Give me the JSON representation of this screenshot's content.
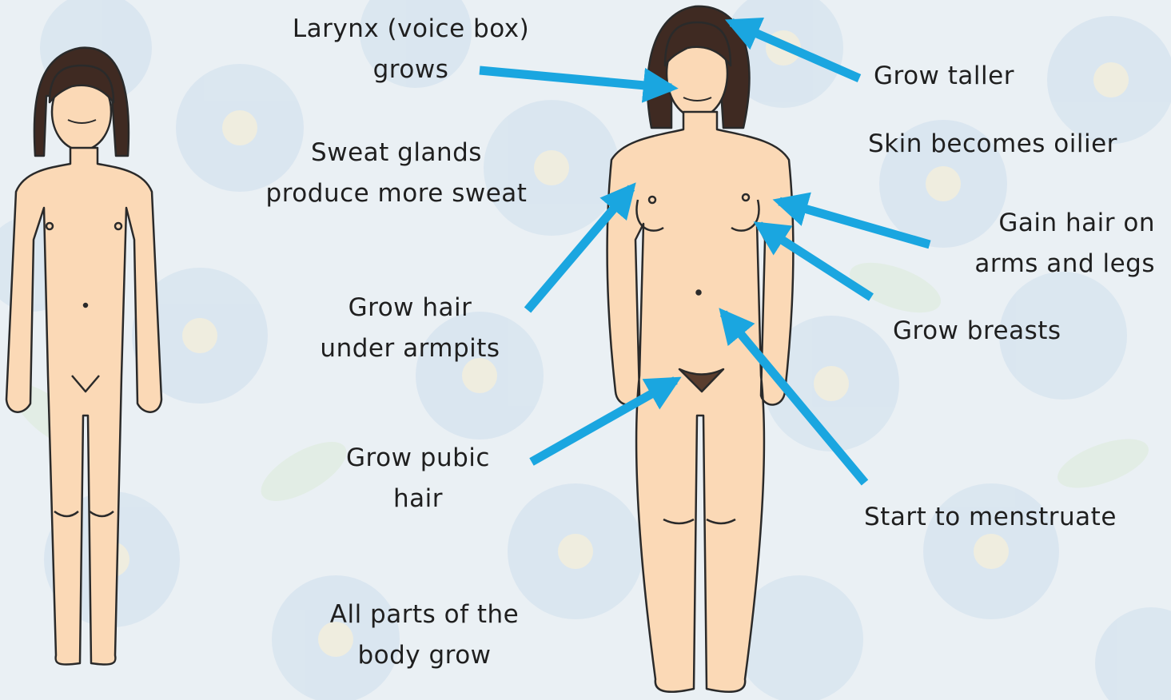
{
  "labels": {
    "larynx": [
      "Larynx (voice box)",
      "grows"
    ],
    "sweat": [
      "Sweat glands",
      "produce more sweat"
    ],
    "armpit_hair": [
      "Grow hair",
      "under armpits"
    ],
    "pubic_hair": [
      "Grow pubic",
      "hair"
    ],
    "all_parts": [
      "All parts of the",
      "body grow"
    ],
    "taller": [
      "Grow taller"
    ],
    "oily_skin": [
      "Skin becomes oilier"
    ],
    "arm_leg_hair": [
      "Gain hair on",
      "arms and legs"
    ],
    "breasts": [
      "Grow breasts"
    ],
    "menstruate": [
      "Start to menstruate"
    ]
  },
  "colors": {
    "arrow": "#1aa6e0",
    "skin": "#fbd9b6",
    "hair": "#3f2a22",
    "outline": "#2a2a2a",
    "background": "#dfe7ee",
    "flower": "#b9cce0"
  }
}
